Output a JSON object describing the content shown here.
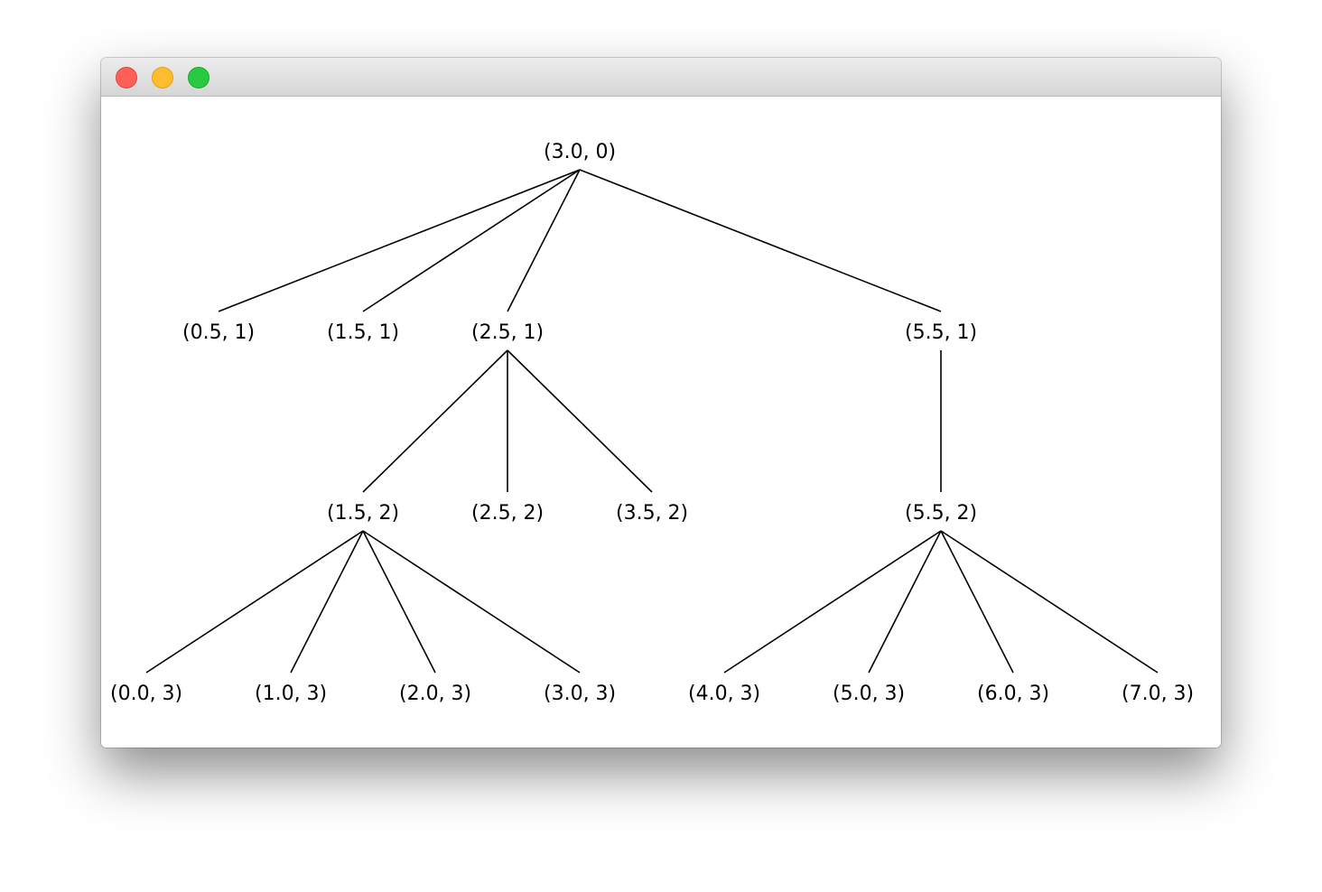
{
  "window": {
    "buttons": {
      "close": "close-button",
      "minimize": "minimize-button",
      "zoom": "zoom-button"
    },
    "colors": {
      "close": "#fe5f57",
      "minimize": "#febc2e",
      "zoom": "#28c840"
    }
  },
  "tree": {
    "nodes": [
      {
        "id": "n0",
        "label": "(3.0, 0)",
        "x": 3.0,
        "depth": 0
      },
      {
        "id": "n1",
        "label": "(0.5, 1)",
        "x": 0.5,
        "depth": 1
      },
      {
        "id": "n2",
        "label": "(1.5, 1)",
        "x": 1.5,
        "depth": 1
      },
      {
        "id": "n3",
        "label": "(2.5, 1)",
        "x": 2.5,
        "depth": 1
      },
      {
        "id": "n4",
        "label": "(5.5, 1)",
        "x": 5.5,
        "depth": 1
      },
      {
        "id": "n5",
        "label": "(1.5, 2)",
        "x": 1.5,
        "depth": 2
      },
      {
        "id": "n6",
        "label": "(2.5, 2)",
        "x": 2.5,
        "depth": 2
      },
      {
        "id": "n7",
        "label": "(3.5, 2)",
        "x": 3.5,
        "depth": 2
      },
      {
        "id": "n8",
        "label": "(5.5, 2)",
        "x": 5.5,
        "depth": 2
      },
      {
        "id": "n9",
        "label": "(0.0, 3)",
        "x": 0.0,
        "depth": 3
      },
      {
        "id": "n10",
        "label": "(1.0, 3)",
        "x": 1.0,
        "depth": 3
      },
      {
        "id": "n11",
        "label": "(2.0, 3)",
        "x": 2.0,
        "depth": 3
      },
      {
        "id": "n12",
        "label": "(3.0, 3)",
        "x": 3.0,
        "depth": 3
      },
      {
        "id": "n13",
        "label": "(4.0, 3)",
        "x": 4.0,
        "depth": 3
      },
      {
        "id": "n14",
        "label": "(5.0, 3)",
        "x": 5.0,
        "depth": 3
      },
      {
        "id": "n15",
        "label": "(6.0, 3)",
        "x": 6.0,
        "depth": 3
      },
      {
        "id": "n16",
        "label": "(7.0, 3)",
        "x": 7.0,
        "depth": 3
      }
    ],
    "edges": [
      [
        "n0",
        "n1"
      ],
      [
        "n0",
        "n2"
      ],
      [
        "n0",
        "n3"
      ],
      [
        "n0",
        "n4"
      ],
      [
        "n3",
        "n5"
      ],
      [
        "n3",
        "n6"
      ],
      [
        "n3",
        "n7"
      ],
      [
        "n4",
        "n8"
      ],
      [
        "n5",
        "n9"
      ],
      [
        "n5",
        "n10"
      ],
      [
        "n5",
        "n11"
      ],
      [
        "n5",
        "n12"
      ],
      [
        "n8",
        "n13"
      ],
      [
        "n8",
        "n14"
      ],
      [
        "n8",
        "n15"
      ],
      [
        "n8",
        "n16"
      ]
    ]
  }
}
